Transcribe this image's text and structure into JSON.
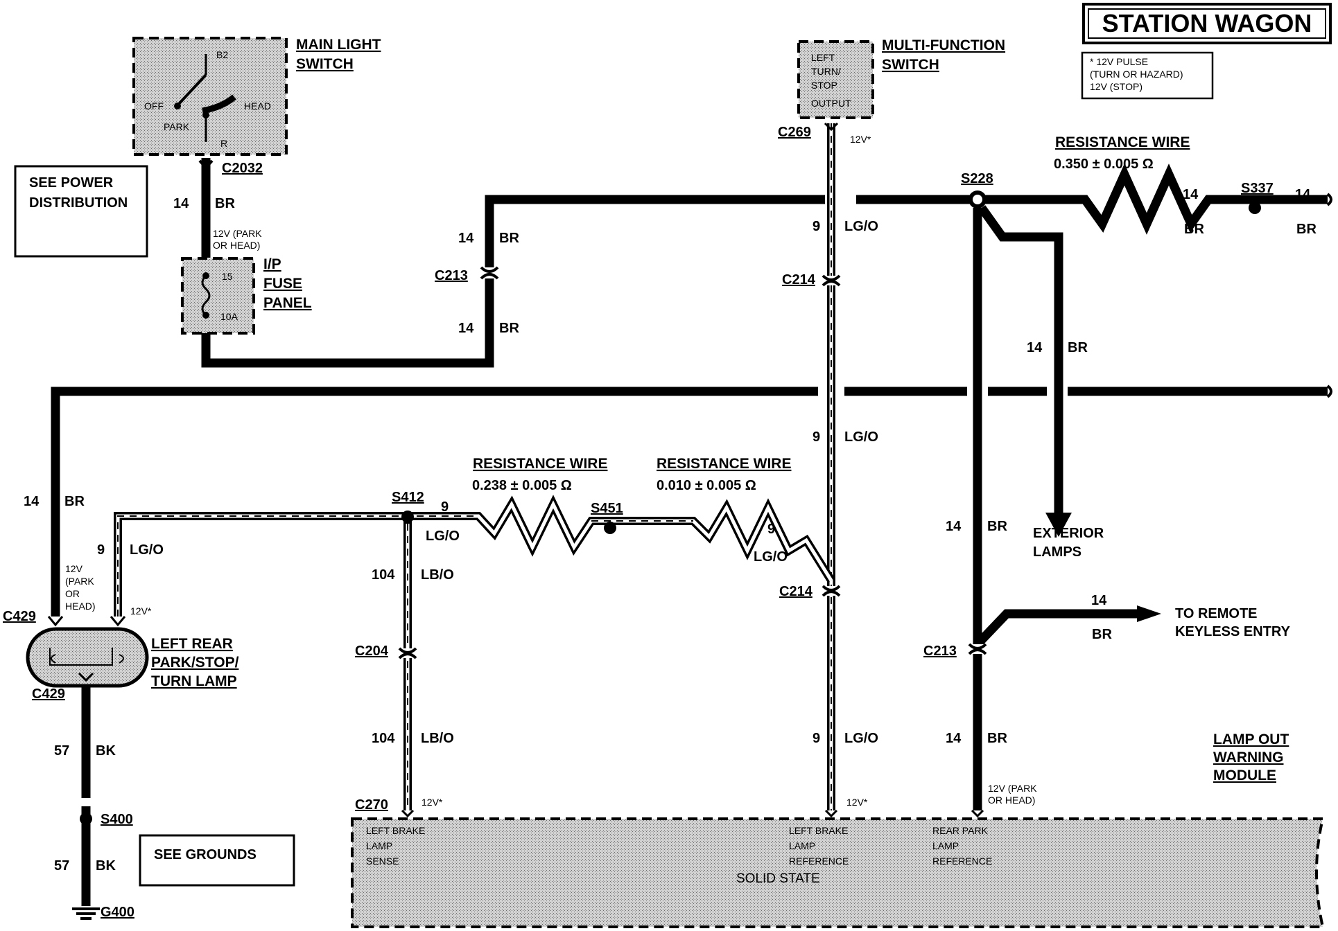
{
  "title": "STATION WAGON",
  "legend": {
    "line1": "* 12V PULSE",
    "line2": "(TURN OR HAZARD)",
    "line3": "12V (STOP)"
  },
  "main_light_switch": {
    "title1": "MAIN LIGHT",
    "title2": "SWITCH",
    "pin_b2": "B2",
    "pin_off": "OFF",
    "pin_head": "HEAD",
    "pin_park": "PARK",
    "pin_r": "R"
  },
  "multi_function_switch": {
    "title1": "MULTI-FUNCTION",
    "title2": "SWITCH",
    "line1": "LEFT",
    "line2": "TURN/",
    "line3": "STOP",
    "line4": "OUTPUT"
  },
  "see_power": {
    "line1": "SEE POWER",
    "line2": "DISTRIBUTION"
  },
  "see_grounds": "SEE GROUNDS",
  "fuse_panel": {
    "title1": "I/P",
    "title2": "FUSE",
    "title3": "PANEL",
    "fuse_num": "15",
    "fuse_amp": "10A"
  },
  "connectors": {
    "c2032": "C2032",
    "c213_a": "C213",
    "c213_b": "C213",
    "c269": "C269",
    "c214_a": "C214",
    "c214_b": "C214",
    "c204": "C204",
    "c270": "C270",
    "c429_a": "C429",
    "c429_b": "C429"
  },
  "splices": {
    "s228": "S228",
    "s337": "S337",
    "s412": "S412",
    "s451": "S451",
    "s400": "S400",
    "g400": "G400"
  },
  "wires": {
    "n14": "14",
    "n9": "9",
    "n104": "104",
    "n57": "57",
    "br": "BR",
    "lgo": "LG/O",
    "lbo": "LB/O",
    "bk": "BK"
  },
  "voltage": {
    "park_head_a": "12V (PARK",
    "park_head_b": "OR HEAD)",
    "pulse": "12V*",
    "v12": "12V",
    "park": "(PARK",
    "or": "OR",
    "head": "HEAD)"
  },
  "resistance": {
    "title": "RESISTANCE WIRE",
    "r1": "0.350 ± 0.005 Ω",
    "r2": "0.238 ± 0.005 Ω",
    "r3": "0.010 ± 0.005 Ω"
  },
  "lamp": {
    "line1": "LEFT REAR",
    "line2": "PARK/STOP/",
    "line3": "TURN LAMP"
  },
  "exterior": {
    "line1": "EXTERIOR",
    "line2": "LAMPS"
  },
  "remote": {
    "line1": "TO REMOTE",
    "line2": "KEYLESS ENTRY"
  },
  "module": {
    "title1": "LAMP OUT",
    "title2": "WARNING",
    "title3": "MODULE",
    "solid_state": "SOLID STATE",
    "sense1": "LEFT BRAKE",
    "sense2": "LAMP",
    "sense3": "SENSE",
    "ref1": "LEFT BRAKE",
    "ref2": "LAMP",
    "ref3": "REFERENCE",
    "park1": "REAR PARK",
    "park2": "LAMP",
    "park3": "REFERENCE"
  }
}
